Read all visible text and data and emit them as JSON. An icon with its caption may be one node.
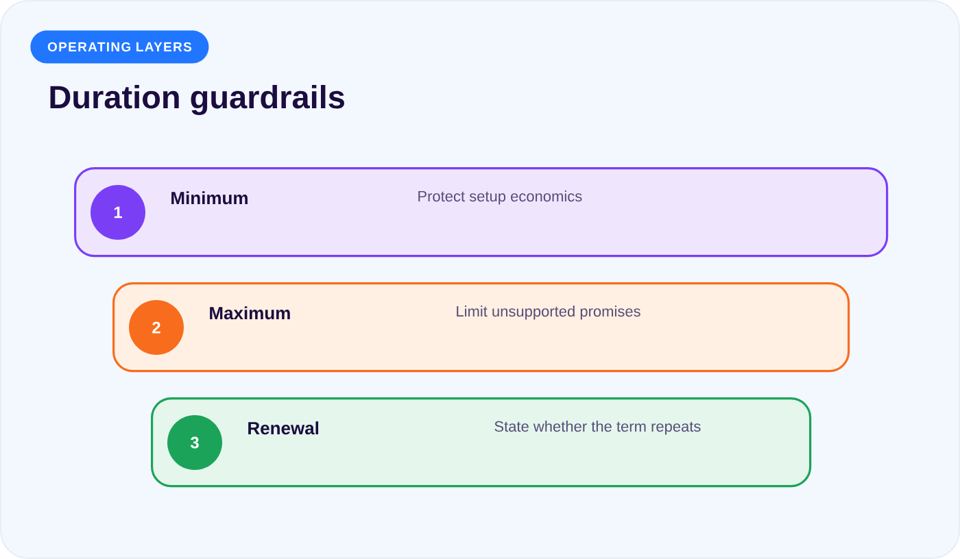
{
  "diagram": {
    "title": "Duration guardrails",
    "nodes": [
      {
        "text": [
          "OPERATING LAYERS"
        ]
      },
      {
        "text": [
          "Minimum",
          "Protect setup economics"
        ]
      },
      {
        "text": [
          "1"
        ],
        "in": 1
      },
      {
        "text": [
          "Maximum",
          "Limit unsupported promises"
        ]
      },
      {
        "text": [
          "2"
        ],
        "in": 3
      },
      {
        "text": [
          "Renewal",
          "State whether the term repeats"
        ]
      },
      {
        "text": [
          "3"
        ],
        "in": 5
      }
    ]
  }
}
